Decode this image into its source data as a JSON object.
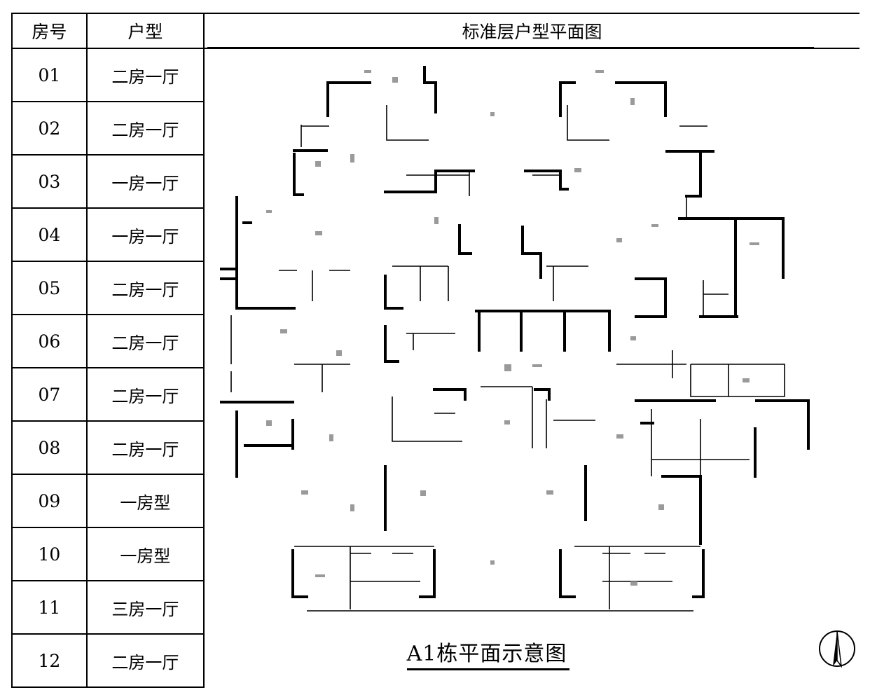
{
  "table": {
    "headers": {
      "room_no": "房号",
      "room_type": "户型"
    },
    "rows": [
      {
        "no": "01",
        "type": "二房一厅"
      },
      {
        "no": "02",
        "type": "二房一厅"
      },
      {
        "no": "03",
        "type": "一房一厅"
      },
      {
        "no": "04",
        "type": "一房一厅"
      },
      {
        "no": "05",
        "type": "二房一厅"
      },
      {
        "no": "06",
        "type": "二房一厅"
      },
      {
        "no": "07",
        "type": "二房一厅"
      },
      {
        "no": "08",
        "type": "二房一厅"
      },
      {
        "no": "09",
        "type": "一房型"
      },
      {
        "no": "10",
        "type": "一房型"
      },
      {
        "no": "11",
        "type": "三房一厅"
      },
      {
        "no": "12",
        "type": "二房一厅"
      }
    ]
  },
  "plan": {
    "header": "标准层户型平面图",
    "caption": "A1栋平面示意图"
  },
  "icons": {
    "north_arrow": "north-arrow-icon"
  },
  "colors": {
    "line": "#000000",
    "background": "#ffffff",
    "faint_detail": "#9a9a9a"
  }
}
